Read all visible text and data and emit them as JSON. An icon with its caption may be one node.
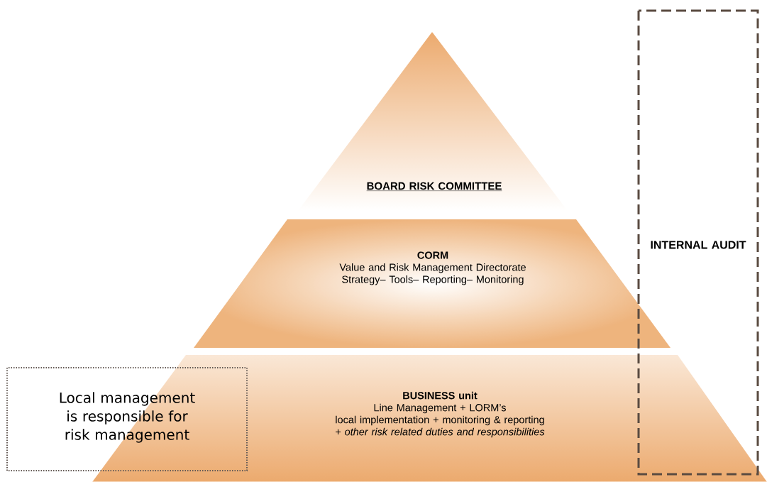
{
  "diagram": {
    "nodes": [
      {
        "text": [
          "BOARD RISK COMMITTEE"
        ]
      },
      {
        "text": [
          "CORM",
          "Value and Risk Management Directorate",
          "Strategy– Tools– Reporting– Monitoring"
        ]
      },
      {
        "text": [
          "BUSINESS unit",
          "Line Management + LORM’s",
          "local implementation + monitoring & reporting",
          "+ *other risk related duties and responsibilities*"
        ]
      },
      {
        "text": [
          "INTERNAL AUDIT"
        ]
      },
      {
        "text": [
          "Local management is responsible for risk management"
        ]
      }
    ],
    "edges": []
  }
}
